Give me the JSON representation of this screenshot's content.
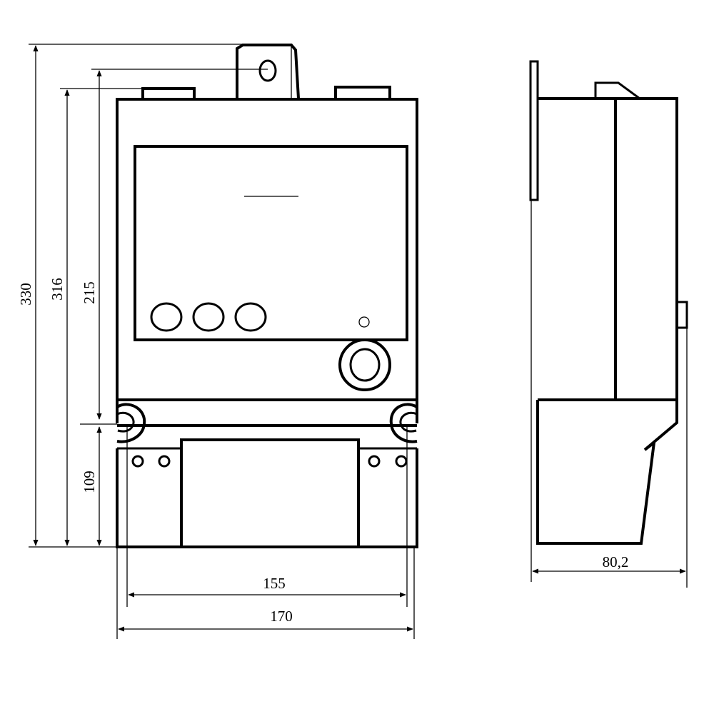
{
  "dimensions": {
    "overall_height": "330",
    "body_height": "316",
    "mount_to_top": "215",
    "mount_to_bottom": "109",
    "mount_width": "155",
    "overall_width": "170",
    "depth": "80,2"
  },
  "colors": {
    "line": "#000000",
    "background": "#ffffff"
  }
}
